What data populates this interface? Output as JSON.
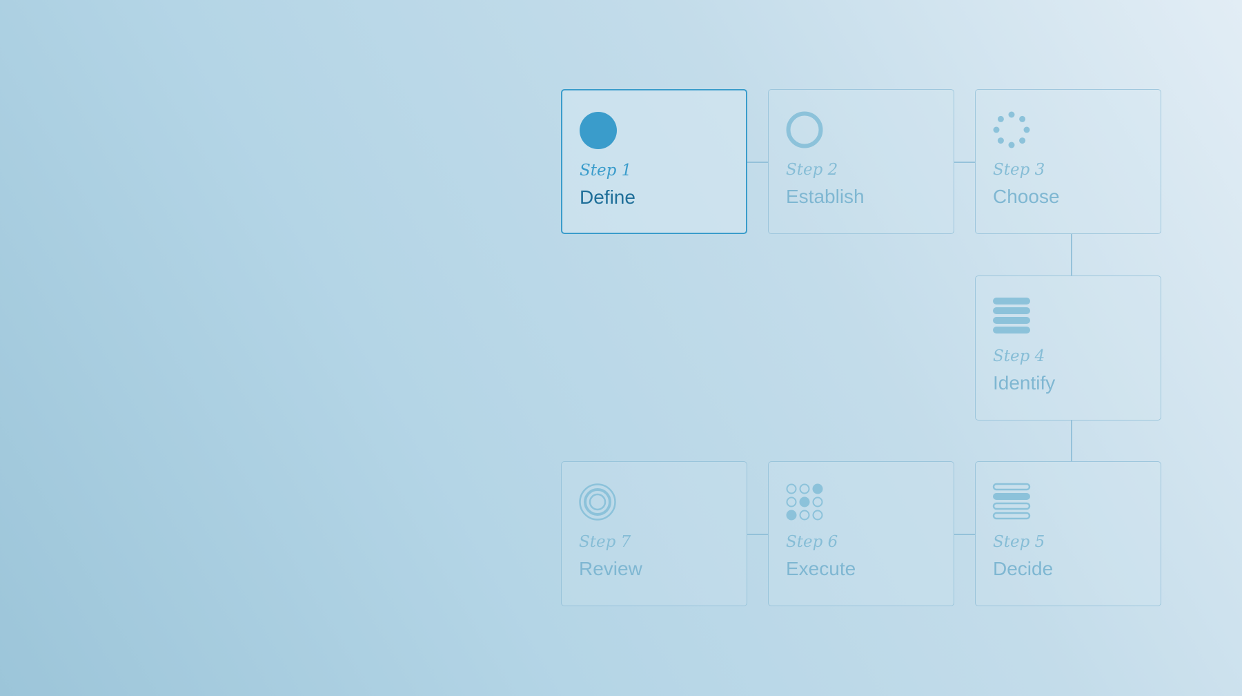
{
  "steps": [
    {
      "step_label": "Step 1",
      "name": "Define",
      "icon": "filled-circle-icon",
      "active": true
    },
    {
      "step_label": "Step 2",
      "name": "Establish",
      "icon": "ring-icon",
      "active": false
    },
    {
      "step_label": "Step 3",
      "name": "Choose",
      "icon": "dotted-circle-icon",
      "active": false
    },
    {
      "step_label": "Step 4",
      "name": "Identify",
      "icon": "stacked-bars-icon",
      "active": false
    },
    {
      "step_label": "Step 5",
      "name": "Decide",
      "icon": "outlined-bars-icon",
      "active": false
    },
    {
      "step_label": "Step 6",
      "name": "Execute",
      "icon": "dot-grid-icon",
      "active": false
    },
    {
      "step_label": "Step 7",
      "name": "Review",
      "icon": "concentric-circles-icon",
      "active": false
    }
  ],
  "colors": {
    "accent": "#3a9ccb",
    "accent_dark": "#1f6f99",
    "muted": "#86bdd6",
    "border": "#8cbcd6"
  }
}
